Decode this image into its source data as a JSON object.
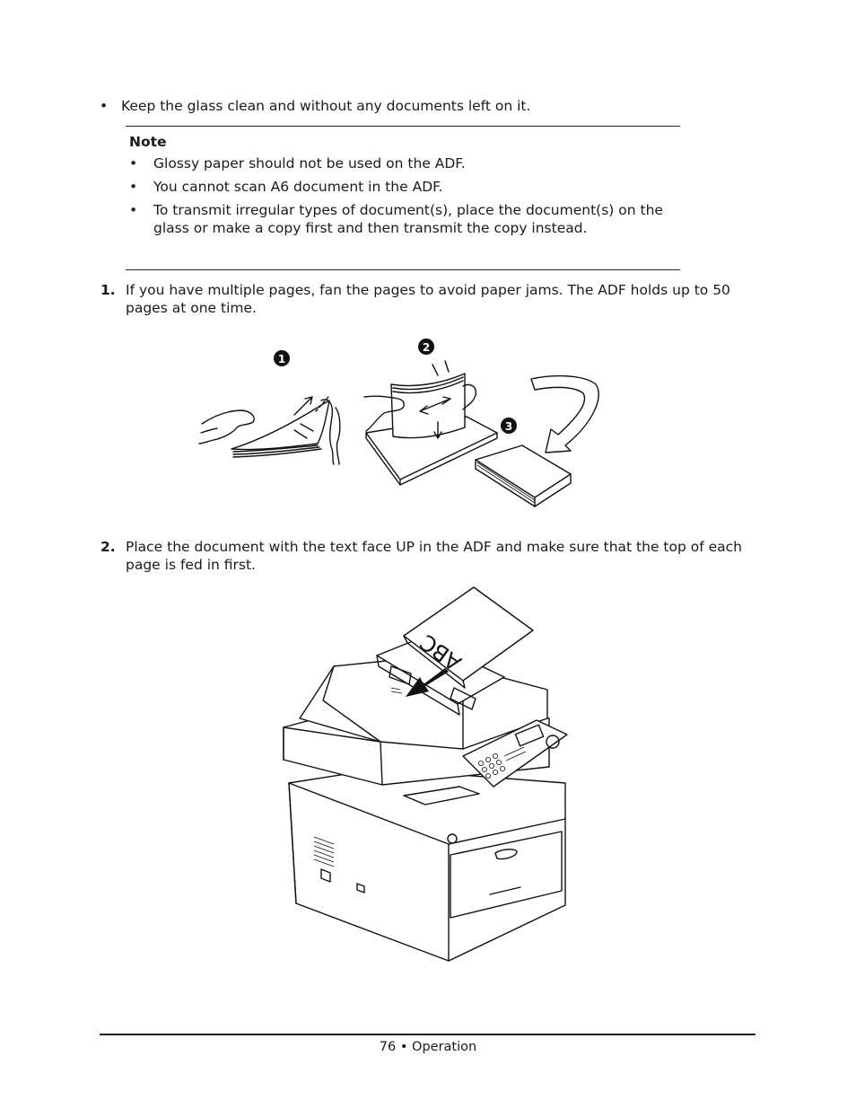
{
  "intro_bullet": {
    "symbol": "•",
    "text": "Keep the glass clean and without any documents left on it."
  },
  "note": {
    "title": "Note",
    "items": [
      "Glossy paper should not be used on the ADF.",
      "You cannot scan A6 document in the ADF.",
      "To transmit irregular types of document(s), place the document(s) on the glass or make a copy first and then transmit the copy instead."
    ]
  },
  "steps": [
    {
      "number": "1.",
      "text": "If you have multiple pages, fan the pages to avoid paper jams. The ADF holds up to 50 pages at one time."
    },
    {
      "number": "2.",
      "text": "Place the document with the text face UP in the ADF and make sure that the top of each page is fed in first."
    }
  ],
  "figure1": {
    "callouts": [
      "1",
      "2",
      "3"
    ]
  },
  "figure2": {
    "paper_text": "ABC"
  },
  "footer": {
    "page": "76",
    "separator": "•",
    "section": "Operation"
  }
}
